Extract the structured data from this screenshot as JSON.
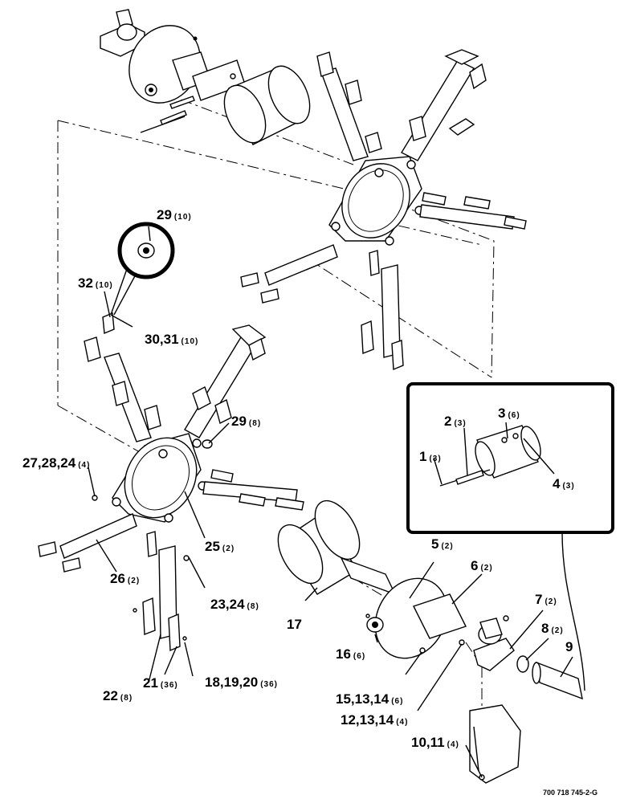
{
  "labels": [
    {
      "id": "29-top",
      "num": "29",
      "qty": "(10)"
    },
    {
      "id": "32",
      "num": "32",
      "qty": "(10)"
    },
    {
      "id": "30-31",
      "num": "30,31",
      "qty": "(10)"
    },
    {
      "id": "29-mid",
      "num": "29",
      "qty": "(8)"
    },
    {
      "id": "27-28-24",
      "num": "27,28,24",
      "qty": "(4)"
    },
    {
      "id": "25",
      "num": "25",
      "qty": "(2)"
    },
    {
      "id": "26",
      "num": "26",
      "qty": "(2)"
    },
    {
      "id": "23-24",
      "num": "23,24",
      "qty": "(8)"
    },
    {
      "id": "17",
      "num": "17",
      "qty": ""
    },
    {
      "id": "22",
      "num": "22",
      "qty": "(8)"
    },
    {
      "id": "21",
      "num": "21",
      "qty": "(36)"
    },
    {
      "id": "18-19-20",
      "num": "18,19,20",
      "qty": "(36)"
    },
    {
      "id": "16",
      "num": "16",
      "qty": "(6)"
    },
    {
      "id": "15-13-14",
      "num": "15,13,14",
      "qty": "(6)"
    },
    {
      "id": "12-13-14",
      "num": "12,13,14",
      "qty": "(4)"
    },
    {
      "id": "10-11",
      "num": "10,11",
      "qty": "(4)"
    },
    {
      "id": "5",
      "num": "5",
      "qty": "(2)"
    },
    {
      "id": "6",
      "num": "6",
      "qty": "(2)"
    },
    {
      "id": "7",
      "num": "7",
      "qty": "(2)"
    },
    {
      "id": "8",
      "num": "8",
      "qty": "(2)"
    },
    {
      "id": "9",
      "num": "9",
      "qty": ""
    },
    {
      "id": "1",
      "num": "1",
      "qty": "(3)"
    },
    {
      "id": "2",
      "num": "2",
      "qty": "(3)"
    },
    {
      "id": "3",
      "num": "3",
      "qty": "(6)"
    },
    {
      "id": "4",
      "num": "4",
      "qty": "(3)"
    }
  ],
  "drawing_code": "700 718 745-2-G"
}
